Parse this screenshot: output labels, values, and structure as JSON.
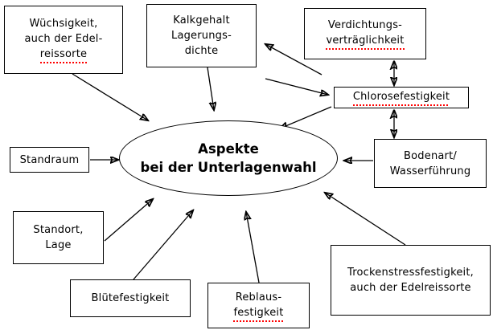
{
  "diagram": {
    "title": "Aspekte bei der Unterlagenwahl",
    "center": {
      "name": "center-node",
      "line1": "Aspekte",
      "line2": "bei der Unterlagenwahl"
    },
    "nodes": [
      {
        "id": "wuechsigkeit",
        "lines": [
          "Wüchsigkeit,",
          "auch der Edel-",
          "reissorte"
        ],
        "spellchecked": [
          false,
          false,
          true
        ]
      },
      {
        "id": "kalkgehalt",
        "lines": [
          "Kalkgehalt",
          "Lagerungs-",
          "dichte"
        ],
        "spellchecked": [
          false,
          false,
          false
        ]
      },
      {
        "id": "verdichtungsvertraeglichkeit",
        "lines": [
          "Verdichtungs-",
          "verträglichkeit"
        ],
        "spellchecked": [
          false,
          true
        ]
      },
      {
        "id": "chlorosefestigkeit",
        "lines": [
          "Chlorosefestigkeit"
        ],
        "spellchecked": [
          true
        ]
      },
      {
        "id": "bodenart-wasserfuehrung",
        "lines": [
          "Bodenart/",
          "Wasserführung"
        ],
        "spellchecked": [
          false,
          false
        ]
      },
      {
        "id": "standraum",
        "lines": [
          "Standraum"
        ],
        "spellchecked": [
          false
        ]
      },
      {
        "id": "standort-lage",
        "lines": [
          "Standort,",
          "Lage"
        ],
        "spellchecked": [
          false,
          false
        ]
      },
      {
        "id": "bluetefestigkeit",
        "lines": [
          "Blütefestigkeit"
        ],
        "spellchecked": [
          false
        ]
      },
      {
        "id": "reblausfestigkeit",
        "lines": [
          "Reblaus-",
          "festigkeit"
        ],
        "spellchecked": [
          false,
          true
        ]
      },
      {
        "id": "trockenstressfestigkeit",
        "lines": [
          "Trockenstressfestigkeit,",
          "auch der Edelreissorte"
        ],
        "spellchecked": [
          false,
          false
        ]
      }
    ],
    "colors": {
      "stroke": "#000000",
      "background": "#ffffff",
      "text": "#000000",
      "spellcheck_underline": "#ff0000"
    }
  }
}
